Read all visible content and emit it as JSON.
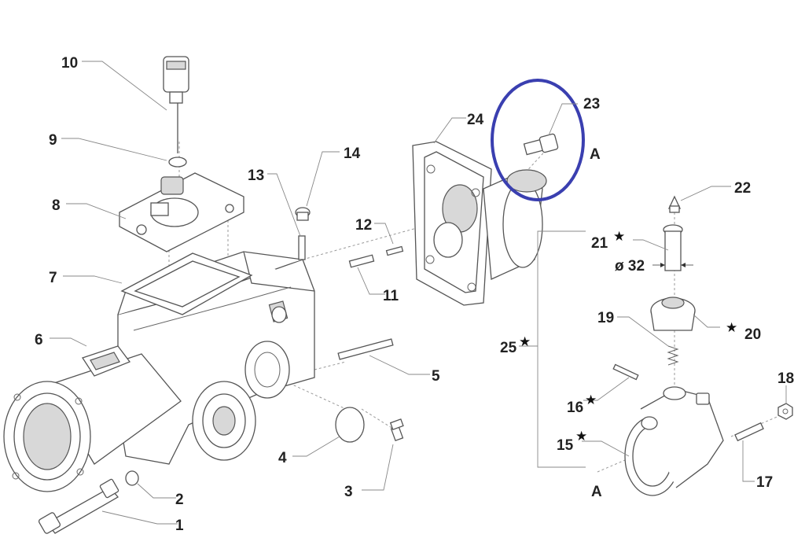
{
  "labels": {
    "p1": "1",
    "p2": "2",
    "p3": "3",
    "p4": "4",
    "p5": "5",
    "p6": "6",
    "p7": "7",
    "p8": "8",
    "p9": "9",
    "p10": "10",
    "p11": "11",
    "p12": "12",
    "p13": "13",
    "p14": "14",
    "p15": "15",
    "p16": "16",
    "p17": "17",
    "p18": "18",
    "p19": "19",
    "p20": "20",
    "p21": "21",
    "p22": "22",
    "p23": "23",
    "p24": "24",
    "p25": "25",
    "section_a_top": "A",
    "section_a_bottom": "A",
    "diameter": "ø 32"
  },
  "star_symbol": "★",
  "colors": {
    "highlight": "#3a3fb0",
    "line": "#555555"
  }
}
